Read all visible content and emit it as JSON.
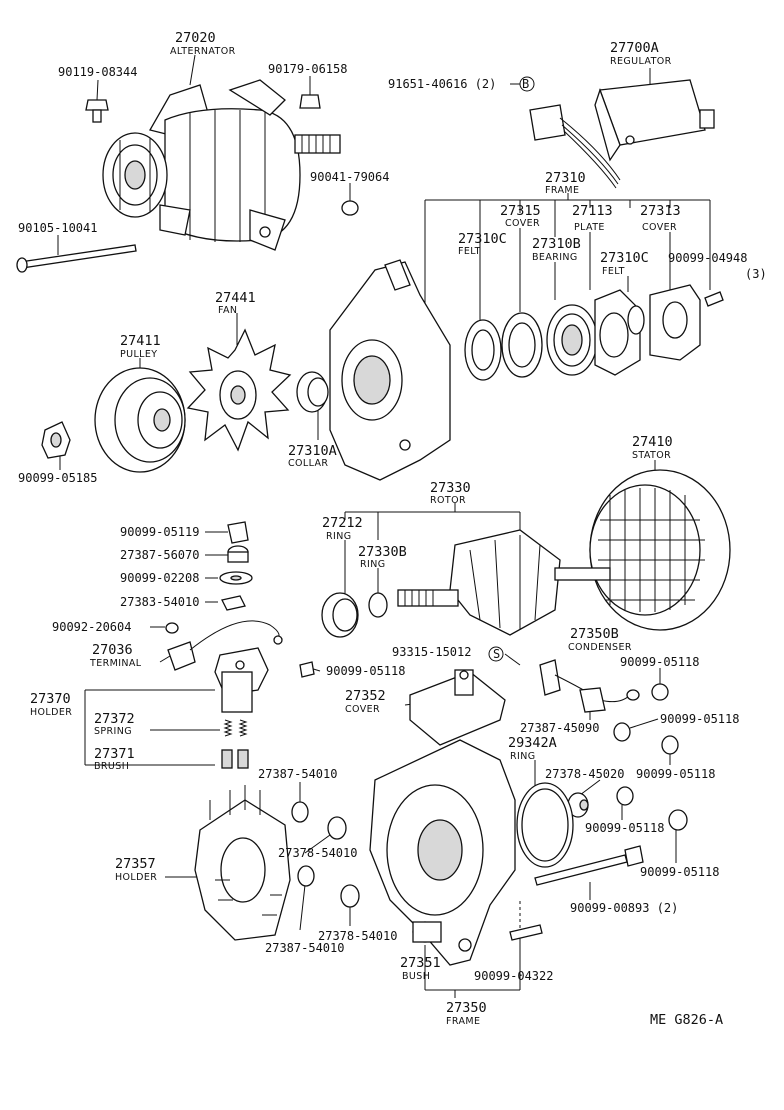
{
  "diagram_code": "ME G826-A",
  "parts": {
    "p27020": {
      "number": "27020",
      "name": "ALTERNATOR"
    },
    "p90119_08344": {
      "number": "90119-08344"
    },
    "p90179_06158": {
      "number": "90179-06158"
    },
    "p90041_79064": {
      "number": "90041-79064"
    },
    "p90105_10041": {
      "number": "90105-10041"
    },
    "p27700A": {
      "number": "27700A",
      "name": "REGULATOR"
    },
    "p91651_40616": {
      "number": "91651-40616 (2)",
      "marker": "B"
    },
    "p27310": {
      "number": "27310",
      "name": "FRAME"
    },
    "p27315": {
      "number": "27315",
      "name": "COVER"
    },
    "p27113": {
      "number": "27113",
      "name": "PLATE"
    },
    "p27313": {
      "number": "27313",
      "name": "COVER"
    },
    "p27310C_a": {
      "number": "27310C",
      "name": "FELT"
    },
    "p27310B": {
      "number": "27310B",
      "name": "BEARING"
    },
    "p27310C_b": {
      "number": "27310C",
      "name": "FELT"
    },
    "p90099_04948": {
      "number": "90099-04948",
      "qty": "(3)"
    },
    "p27441": {
      "number": "27441",
      "name": "FAN"
    },
    "p27411": {
      "number": "27411",
      "name": "PULLEY"
    },
    "p27310A": {
      "number": "27310A",
      "name": "COLLAR"
    },
    "p90099_05185": {
      "number": "90099-05185"
    },
    "p27410": {
      "number": "27410",
      "name": "STATOR"
    },
    "p27330": {
      "number": "27330",
      "name": "ROTOR"
    },
    "p27212": {
      "number": "27212",
      "name": "RING"
    },
    "p27330B": {
      "number": "27330B",
      "name": "RING"
    },
    "p90099_05119": {
      "number": "90099-05119"
    },
    "p27387_56070": {
      "number": "27387-56070"
    },
    "p90099_02208": {
      "number": "90099-02208"
    },
    "p27383_54010": {
      "number": "27383-54010"
    },
    "p90092_20604": {
      "number": "90092-20604"
    },
    "p27036": {
      "number": "27036",
      "name": "TERMINAL"
    },
    "p90099_05118_a": {
      "number": "90099-05118"
    },
    "p27370": {
      "number": "27370",
      "name": "HOLDER"
    },
    "p27372": {
      "number": "27372",
      "name": "SPRING"
    },
    "p27371": {
      "number": "27371",
      "name": "BRUSH"
    },
    "p93315_15012": {
      "number": "93315-15012",
      "marker": "S"
    },
    "p27350B": {
      "number": "27350B",
      "name": "CONDENSER"
    },
    "p90099_05118_b": {
      "number": "90099-05118"
    },
    "p27352": {
      "number": "27352",
      "name": "COVER"
    },
    "p27387_45090": {
      "number": "27387-45090"
    },
    "p90099_05118_c": {
      "number": "90099-05118"
    },
    "p29342A": {
      "number": "29342A",
      "name": "RING"
    },
    "p90099_05118_d": {
      "number": "90099-05118"
    },
    "p27378_45020": {
      "number": "27378-45020"
    },
    "p90099_05118_e": {
      "number": "90099-05118"
    },
    "p90099_05118_f": {
      "number": "90099-05118"
    },
    "p27387_54010_a": {
      "number": "27387-54010"
    },
    "p27378_54010_a": {
      "number": "27378-54010"
    },
    "p27357": {
      "number": "27357",
      "name": "HOLDER"
    },
    "p27378_54010_b": {
      "number": "27378-54010"
    },
    "p27387_54010_b": {
      "number": "27387-54010"
    },
    "p90099_00893": {
      "number": "90099-00893 (2)"
    },
    "p27351": {
      "number": "27351",
      "name": "BUSH"
    },
    "p90099_04322": {
      "number": "90099-04322"
    },
    "p27350": {
      "number": "27350",
      "name": "FRAME"
    }
  }
}
